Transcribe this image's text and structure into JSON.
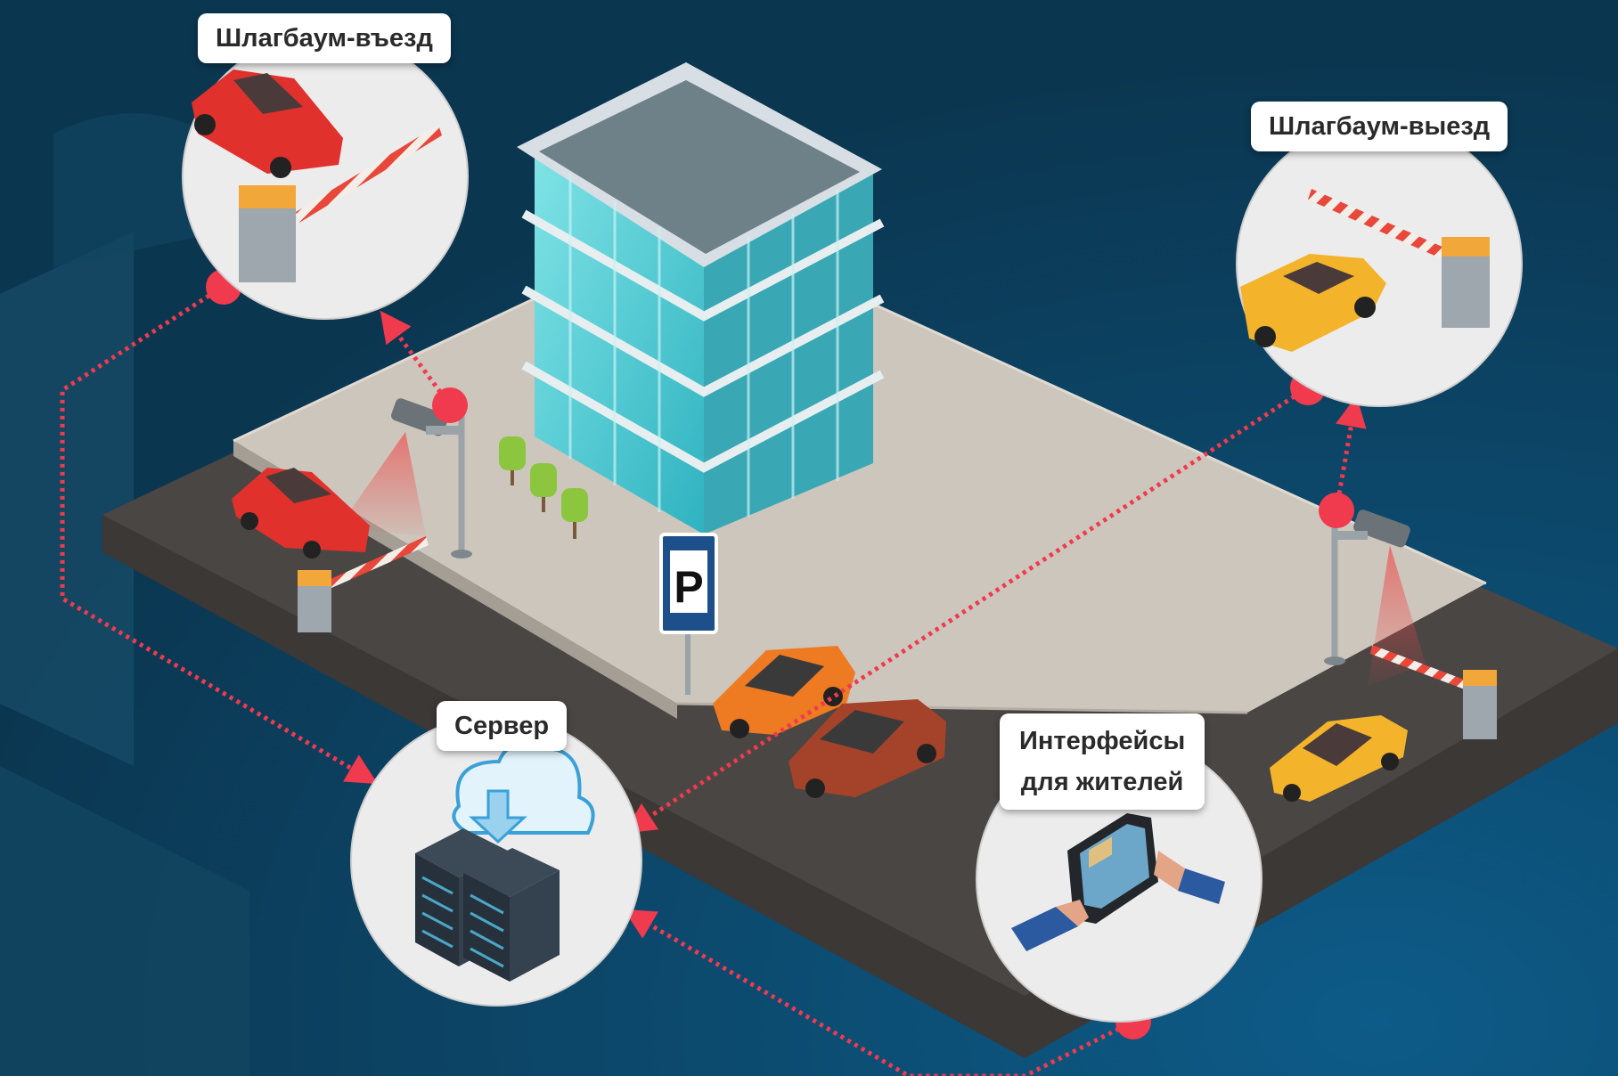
{
  "labels": {
    "entry_barrier": "Шлагбаум-въезд",
    "exit_barrier": "Шлагбаум-выезд",
    "server": "Сервер",
    "resident_interfaces_line1": "Интерфейсы",
    "resident_interfaces_line2": "для жителей"
  },
  "sign": {
    "parking_letter": "P"
  },
  "colors": {
    "background": "#0b3c55",
    "accent_red": "#f03a4e",
    "circle_fill": "#ececec",
    "platform_top": "#c9c3b8",
    "road": "#45413f"
  },
  "icons": [
    "car-icon",
    "barrier-icon",
    "camera-icon",
    "building-icon",
    "tree-icon",
    "parking-sign-icon",
    "server-icon",
    "cloud-icon",
    "tablet-icon",
    "hands-icon"
  ]
}
